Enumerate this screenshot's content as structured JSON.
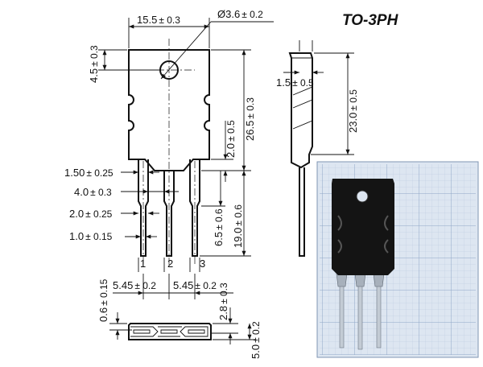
{
  "title": "TO-3PH",
  "front_view": {
    "width": {
      "value": "15.5",
      "tol": "± 0.3"
    },
    "hole": {
      "value": "Ø3.6",
      "tol": "± 0.2"
    },
    "tab_offset": {
      "value": "4.5",
      "tol": "± 0.3"
    },
    "height": {
      "value": "26.5",
      "tol": "± 0.3"
    },
    "shoulder": {
      "value": "2.0",
      "tol": "± 0.5"
    },
    "lead_top_width": {
      "value": "1.50",
      "tol": "± 0.25"
    },
    "lead_spacing_inner": {
      "value": "4.0",
      "tol": "± 0.3"
    },
    "lead_mid_width": {
      "value": "2.0",
      "tol": "± 0.25"
    },
    "lead_width": {
      "value": "1.0",
      "tol": "± 0.15"
    },
    "lead_wide_length": {
      "value": "6.5",
      "tol": "± 0.6"
    },
    "lead_length": {
      "value": "19.0",
      "tol": "± 0.6"
    },
    "pin_labels": [
      "1",
      "2",
      "3"
    ]
  },
  "side_view": {
    "thickness": {
      "value": "1.5",
      "tol": "± 0.5"
    },
    "body_height": {
      "value": "23.0",
      "tol": "± 0.5"
    }
  },
  "bottom_view": {
    "pitch_left": {
      "value": "5.45",
      "tol": "± 0.2"
    },
    "pitch_right": {
      "value": "5.45",
      "tol": "± 0.2"
    },
    "lead_thickness": {
      "value": "0.6",
      "tol": "± 0.15"
    },
    "tab_thickness": {
      "value": "2.8",
      "tol": "± 0.3"
    },
    "body_thickness": {
      "value": "5.0",
      "tol": "± 0.2"
    }
  },
  "colors": {
    "line": "#111111",
    "grid_bg": "#dfe8f3",
    "grid_line": "#9fb3cf",
    "body_black": "#141414",
    "lead_metal": "#b9c2cc"
  }
}
